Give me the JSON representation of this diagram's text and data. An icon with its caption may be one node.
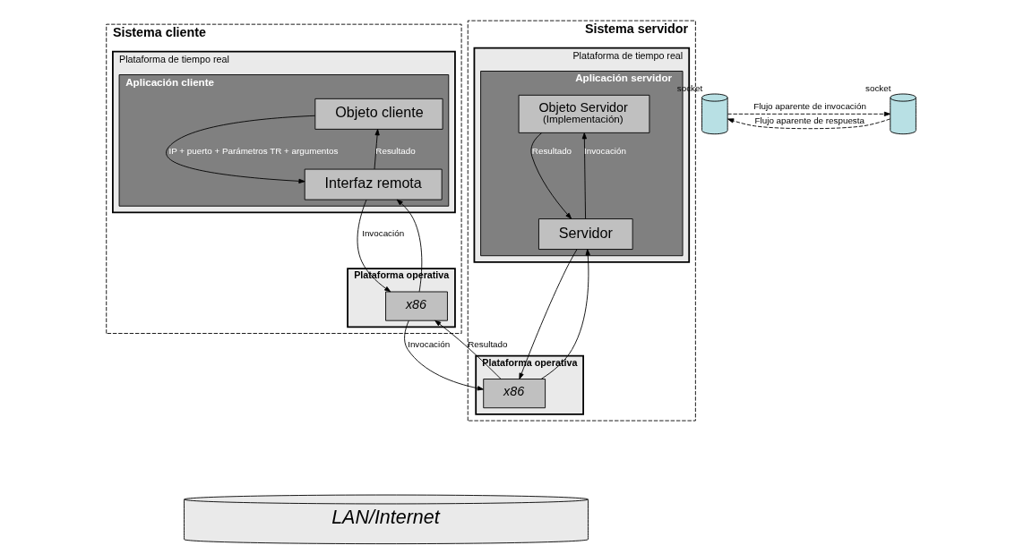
{
  "diagram": {
    "nodes": [
      {
        "text": [
          "Sistema cliente"
        ]
      },
      {
        "text": [
          "Plataforma de tiempo real"
        ],
        "in": 0
      },
      {
        "text": [
          "Aplicación cliente"
        ],
        "in": 1
      },
      {
        "text": [
          "Objeto cliente"
        ],
        "in": 2
      },
      {
        "text": [
          "Interfaz remota"
        ],
        "in": 2
      },
      {
        "text": [
          "Plataforma operativa"
        ],
        "in": 0
      },
      {
        "text": [
          "x86"
        ],
        "in": 5
      },
      {
        "text": [
          "Sistema servidor"
        ]
      },
      {
        "text": [
          "Plataforma de tiempo real"
        ],
        "in": 7
      },
      {
        "text": [
          "Aplicación servidor"
        ],
        "in": 8
      },
      {
        "text": [
          "Objeto Servidor",
          "(Implementación)"
        ],
        "in": 9
      },
      {
        "text": [
          "Servidor"
        ],
        "in": 9
      },
      {
        "text": [
          "Plataforma operativa"
        ],
        "in": 7
      },
      {
        "text": [
          "x86"
        ],
        "in": 12
      },
      {
        "text": [
          "LAN/Internet"
        ]
      },
      {
        "text": [],
        "shape": "cylinder",
        "beside": [
          "socket"
        ]
      },
      {
        "text": [],
        "shape": "cylinder",
        "beside": [
          "socket"
        ]
      }
    ],
    "edges": [
      {
        "from": 3,
        "to": 4,
        "arrow": "to",
        "label": "IP + puerto + Parámetros TR + argumentos"
      },
      {
        "from": 4,
        "to": 3,
        "arrow": "to",
        "label": "Resultado"
      },
      {
        "from": 4,
        "to": 6,
        "arrow": "to",
        "label": "Invocación"
      },
      {
        "from": 6,
        "to": 4,
        "arrow": "to"
      },
      {
        "from": 6,
        "to": 13,
        "arrow": "to",
        "label": "Invocación"
      },
      {
        "from": 13,
        "to": 6,
        "arrow": "to",
        "label": "Resultado"
      },
      {
        "from": 13,
        "to": 11,
        "arrow": "to"
      },
      {
        "from": 11,
        "to": 13,
        "arrow": "to"
      },
      {
        "from": 11,
        "to": 10,
        "arrow": "to",
        "label": "Invocación"
      },
      {
        "from": 10,
        "to": 11,
        "arrow": "to",
        "label": "Resultado"
      },
      {
        "from": 15,
        "to": 16,
        "arrow": "to",
        "style": "dashed",
        "label": "Flujo aparente de invocación"
      },
      {
        "from": 16,
        "to": 15,
        "arrow": "to",
        "style": "dashed",
        "label": "Flujo aparente de respuesta"
      }
    ]
  }
}
